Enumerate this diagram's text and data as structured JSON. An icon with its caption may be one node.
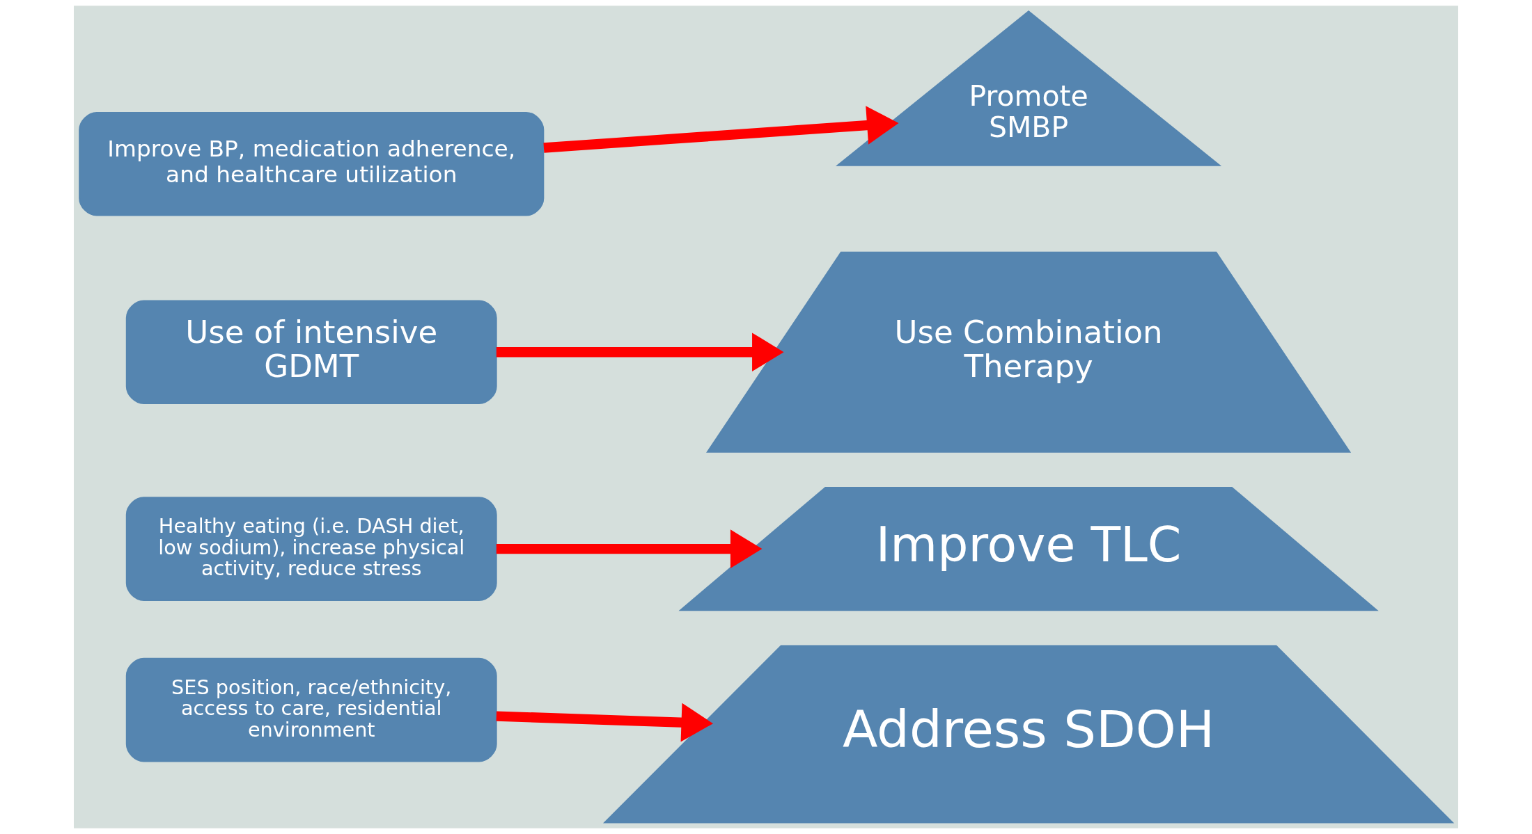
{
  "diagram": {
    "nodes": [
      {
        "text": [
          "Improve BP, medication adherence, and healthcare utilization"
        ]
      },
      {
        "text": [
          "Use of intensive GDMT"
        ]
      },
      {
        "text": [
          "Healthy eating (i.e. DASH diet, low sodium), increase physical activity, reduce stress"
        ]
      },
      {
        "text": [
          "SES position, race/ethnicity, access to care, residential environment"
        ]
      },
      {
        "text": [
          "Promote SMBP"
        ]
      },
      {
        "text": [
          "Use Combination Therapy"
        ]
      },
      {
        "text": [
          "Improve TLC"
        ]
      },
      {
        "text": [
          "Address SDOH"
        ]
      }
    ],
    "edges": [
      {
        "from": 0,
        "to": 4,
        "arrow": "to"
      },
      {
        "from": 1,
        "to": 5,
        "arrow": "to"
      },
      {
        "from": 2,
        "to": 6,
        "arrow": "to"
      },
      {
        "from": 3,
        "to": 7,
        "arrow": "to"
      }
    ]
  }
}
